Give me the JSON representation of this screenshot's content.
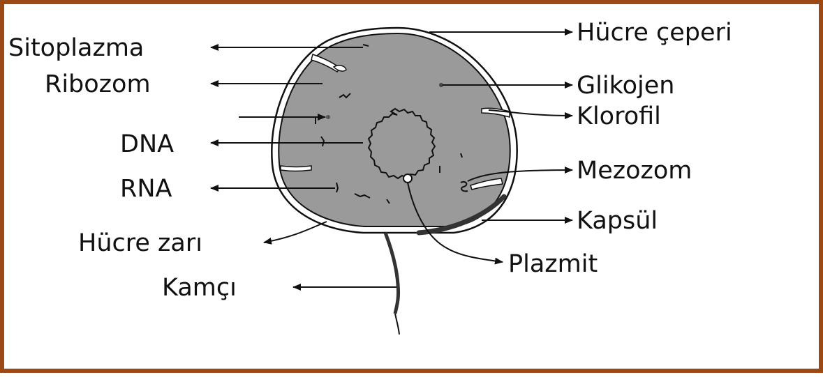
{
  "colors": {
    "border": "#9b4a16",
    "cytoplasm": "#9a9a9a",
    "outline": "#111111",
    "background": "#ffffff"
  },
  "labels": {
    "sitoplazma": "Sitoplazma",
    "ribozom": "Ribozom",
    "dna": "DNA",
    "rna": "RNA",
    "hucre_zari": "Hücre zarı",
    "kamci": "Kamçı",
    "hucre_ceperi": "Hücre çeperi",
    "glikojen": "Glikojen",
    "klorofil": "Klorofil",
    "mezozom": "Mezozom",
    "kapsul": "Kapsül",
    "plazmit": "Plazmit"
  }
}
